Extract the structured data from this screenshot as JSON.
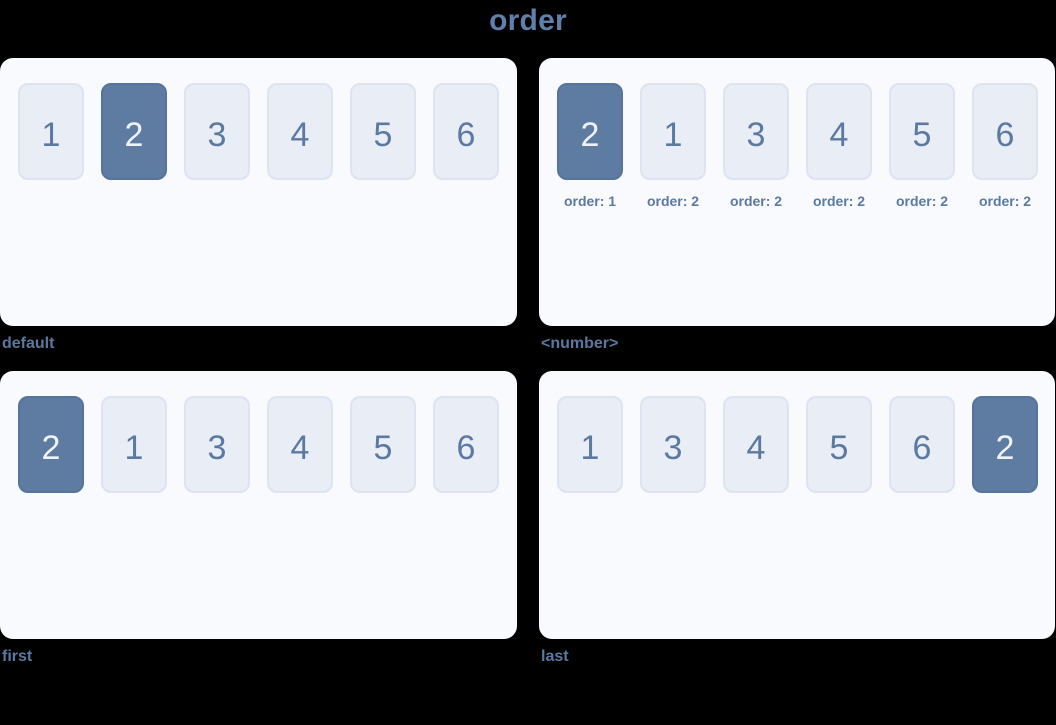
{
  "page": {
    "title": "order"
  },
  "colors": {
    "background": "#000000",
    "title_text": "#6080ab",
    "caption_text": "#5d789e",
    "panel_background": "#f8fafd",
    "item_background": "#e9edf5",
    "item_border": "#dde3f0",
    "item_text": "#5b79a1",
    "highlight_background": "#5e7ca2",
    "highlight_text": "#eef2f9"
  },
  "panels": [
    {
      "caption": "default",
      "items": [
        {
          "label": "1",
          "highlighted": false
        },
        {
          "label": "2",
          "highlighted": true
        },
        {
          "label": "3",
          "highlighted": false
        },
        {
          "label": "4",
          "highlighted": false
        },
        {
          "label": "5",
          "highlighted": false
        },
        {
          "label": "6",
          "highlighted": false
        }
      ]
    },
    {
      "caption": "<number>",
      "items": [
        {
          "label": "2",
          "highlighted": true,
          "sub": "order: 1"
        },
        {
          "label": "1",
          "highlighted": false,
          "sub": "order: 2"
        },
        {
          "label": "3",
          "highlighted": false,
          "sub": "order: 2"
        },
        {
          "label": "4",
          "highlighted": false,
          "sub": "order: 2"
        },
        {
          "label": "5",
          "highlighted": false,
          "sub": "order: 2"
        },
        {
          "label": "6",
          "highlighted": false,
          "sub": "order: 2"
        }
      ]
    },
    {
      "caption": "first",
      "items": [
        {
          "label": "2",
          "highlighted": true
        },
        {
          "label": "1",
          "highlighted": false
        },
        {
          "label": "3",
          "highlighted": false
        },
        {
          "label": "4",
          "highlighted": false
        },
        {
          "label": "5",
          "highlighted": false
        },
        {
          "label": "6",
          "highlighted": false
        }
      ]
    },
    {
      "caption": "last",
      "items": [
        {
          "label": "1",
          "highlighted": false
        },
        {
          "label": "3",
          "highlighted": false
        },
        {
          "label": "4",
          "highlighted": false
        },
        {
          "label": "5",
          "highlighted": false
        },
        {
          "label": "6",
          "highlighted": false
        },
        {
          "label": "2",
          "highlighted": true
        }
      ]
    }
  ]
}
